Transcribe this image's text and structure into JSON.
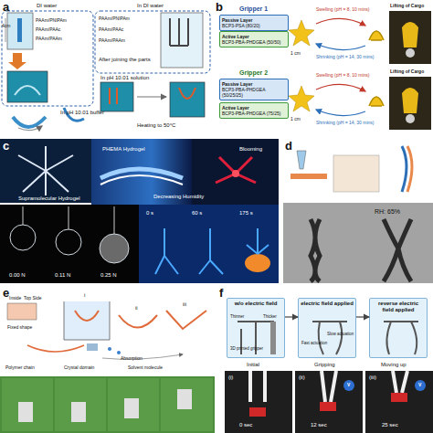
{
  "diagram": {
    "nodes": [
      {
        "text": [
          "Passive Layer",
          "BCP3-PSA (80/20)"
        ]
      },
      {
        "text": [
          "Active Layer",
          "BCP3-PBA-PHDGEA (50/50)"
        ]
      },
      {
        "text": [
          "Passive Layer",
          "BCP3-PBA-PHDGEA (50/25/25)"
        ]
      },
      {
        "text": [
          "Active Layer",
          "BCP3-PBA-PHDGEA (75/25)"
        ]
      },
      {
        "text": [
          "w/o electric field"
        ]
      },
      {
        "text": [
          "electric field applied"
        ]
      },
      {
        "text": [
          "reverse electric field applied"
        ]
      }
    ],
    "edges": [
      {
        "from": 4,
        "to": 5,
        "arrow": "to"
      },
      {
        "from": 5,
        "to": 6,
        "arrow": "to"
      }
    ],
    "labels": [
      "a",
      "DI water",
      "4cm",
      "PAAm/PNIPAm",
      "PAAm/PAAc",
      "PAAm/PAAm",
      "In DI water",
      "PAAm/PNIPAm",
      "PAAm/PAAc",
      "PAAm/PAAm",
      "After joining the parts",
      "In pH 10.01 solution",
      "In pH 10.01 buffer",
      "Heating to 50°C",
      "b",
      "Gripper 1",
      "Swelling (pH = 8, 10 mins)",
      "Shrinking (pH = 14, 30 mins)",
      "Lifting of Cargo",
      "1 cm",
      "Gripper 2",
      "Swelling (pH = 8, 10 mins)",
      "Shrinking (pH = 14, 30 mins)",
      "Lifting of Cargo",
      "1 cm",
      "c",
      "PHEMA Hydrogel",
      "Supramolecular Hydrogel",
      "Decreasing Humidity",
      "Blooming",
      "0.00 N",
      "0.11 N",
      "0.25 N",
      "0 s",
      "60 s",
      "175 s",
      "d",
      "RH: 65%",
      "e",
      "Inside",
      "Top Side",
      "Fixed shape",
      "i",
      "ii",
      "iii",
      "Absorption",
      "Polymer chain",
      "Crystal domain",
      "Solvent molecule",
      "f",
      "3D printed gripper",
      "Thinner",
      "Thicker",
      "Fast actuation",
      "Slow actuation",
      "Initial",
      "Gripping",
      "Moving up",
      "(i)",
      "0 sec",
      "(ii)",
      "V",
      "12 sec",
      "(iii)",
      "V",
      "25 sec"
    ]
  }
}
